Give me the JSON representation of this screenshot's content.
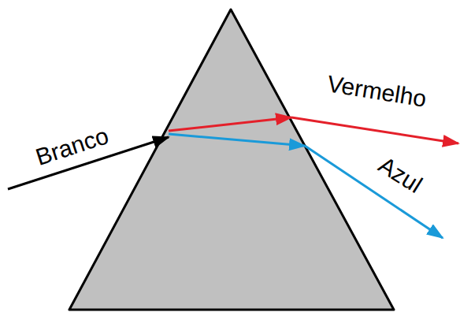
{
  "diagram": {
    "labels": [
      "Branco",
      "Vermelho",
      "Azul"
    ]
  }
}
